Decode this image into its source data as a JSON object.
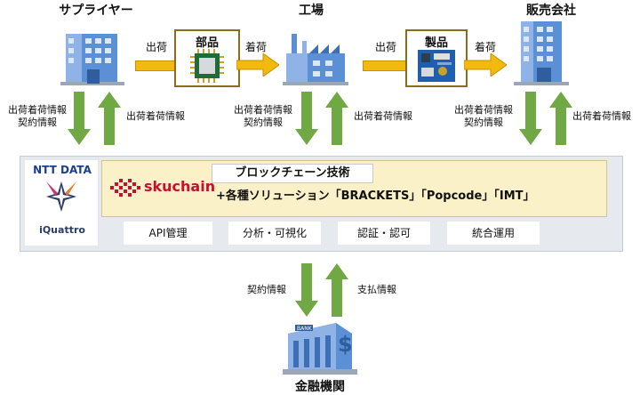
{
  "entities": {
    "supplier": "サプライヤー",
    "factory": "工場",
    "sales": "販売会社",
    "bank": "金融機関"
  },
  "flows": {
    "ship": "出荷",
    "receive": "着荷",
    "parts": "部品",
    "products": "製品"
  },
  "vertical_labels": {
    "down_line1": "出荷着荷情報",
    "down_line2": "契約情報",
    "up": "出荷着荷情報",
    "bank_down": "契約情報",
    "bank_up": "支払情報"
  },
  "platform": {
    "ntt_logo": "NTT DATA",
    "iquattro_logo": "iQuattro",
    "skuchain_logo": "skuchain",
    "blockchain_tech": "ブロックチェーン技術",
    "solutions": "+各種ソリューション「BRACKETS」「Popcode」「IMT」",
    "features": [
      "API管理",
      "分析・可視化",
      "認証・認可",
      "統合運用"
    ]
  },
  "colors": {
    "arrow_green": "#70a844",
    "arrow_yellow": "#f2b90f",
    "building_blue": "#5b8fd6",
    "platform_bg": "#e6e9ee",
    "yellow_panel": "#fbf1c8",
    "skuchain_red": "#c8102e"
  },
  "icons": [
    "office-building-icon",
    "cpu-chip-icon",
    "factory-icon",
    "circuit-board-icon",
    "office-tower-icon",
    "bank-icon",
    "iquattro-star-icon"
  ]
}
